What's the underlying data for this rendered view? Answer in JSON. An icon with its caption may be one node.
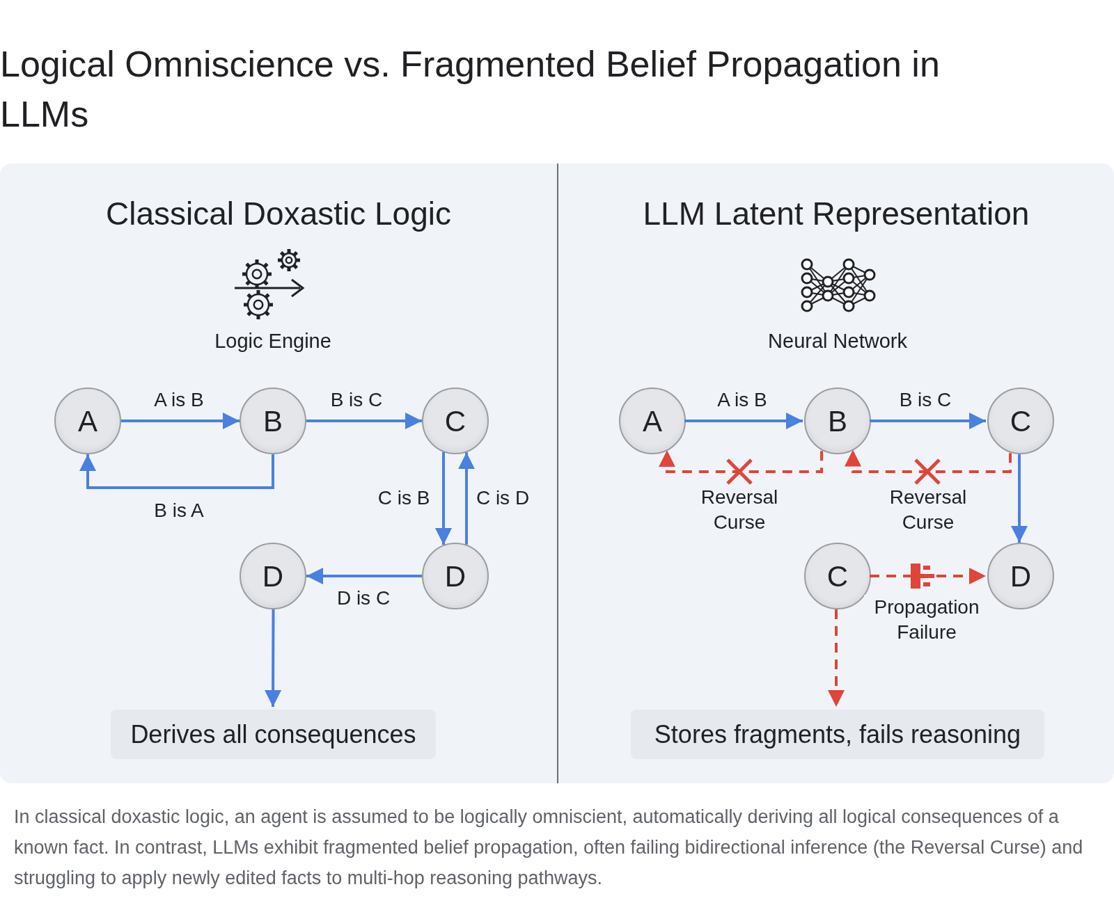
{
  "diagram": {
    "title": "Logical Omniscience vs. Fragmented Belief Propagation in LLMs",
    "nodes": [
      {
        "text": [
          "Classical Doxastic Logic"
        ]
      },
      {
        "text": [
          "A"
        ],
        "in": 0
      },
      {
        "text": [
          "B"
        ],
        "in": 0
      },
      {
        "text": [
          "C"
        ],
        "in": 0
      },
      {
        "text": [
          "D"
        ],
        "in": 0
      },
      {
        "text": [
          "D"
        ],
        "in": 0
      },
      {
        "text": [
          "Derives all consequences"
        ],
        "in": 0
      },
      {
        "text": [
          "LLM Latent Representation"
        ]
      },
      {
        "text": [
          "A"
        ],
        "in": 7
      },
      {
        "text": [
          "B"
        ],
        "in": 7
      },
      {
        "text": [
          "C"
        ],
        "in": 7
      },
      {
        "text": [
          "C"
        ],
        "in": 7
      },
      {
        "text": [
          "D"
        ],
        "in": 7
      },
      {
        "text": [
          "Stores fragments, fails reasoning"
        ],
        "in": 7
      }
    ],
    "edges": [
      {
        "from": 1,
        "to": 2,
        "arrow": "to",
        "label": "A is B"
      },
      {
        "from": 2,
        "to": 3,
        "arrow": "to",
        "label": "B is C"
      },
      {
        "from": 2,
        "to": 1,
        "arrow": "to",
        "label": "B is A"
      },
      {
        "from": 3,
        "to": 5,
        "arrow": "to",
        "label": "C is B"
      },
      {
        "from": 5,
        "to": 3,
        "arrow": "to",
        "label": "C is D"
      },
      {
        "from": 5,
        "to": 4,
        "arrow": "to",
        "label": "D is C"
      },
      {
        "from": 4,
        "to": 6,
        "arrow": "to"
      },
      {
        "from": 8,
        "to": 9,
        "arrow": "to",
        "label": "A is B"
      },
      {
        "from": 9,
        "to": 10,
        "arrow": "to",
        "label": "B is C"
      },
      {
        "from": 9,
        "to": 8,
        "arrow": "to",
        "label": "Reversal Curse",
        "style": "dashed",
        "color": "#e0443a"
      },
      {
        "from": 10,
        "to": 9,
        "arrow": "to",
        "label": "Reversal Curse",
        "style": "dashed",
        "color": "#e0443a"
      },
      {
        "from": 10,
        "to": 12,
        "arrow": "to"
      },
      {
        "from": 11,
        "to": 12,
        "arrow": "to",
        "label": "Propagation Failure",
        "style": "dashed",
        "color": "#e0443a"
      },
      {
        "from": 11,
        "to": 13,
        "arrow": "to",
        "style": "dashed",
        "color": "#e0443a"
      }
    ],
    "labels": [
      "Logic Engine",
      "Neural Network"
    ],
    "caption": "In classical doxastic logic, an agent is assumed to be logically omniscient, automatically deriving all logical consequences of a known fact. In contrast, LLMs exhibit fragmented belief propagation, often failing bidirectional inference (the Reversal Curse) and struggling to apply newly edited facts to multi-hop reasoning pathways."
  }
}
